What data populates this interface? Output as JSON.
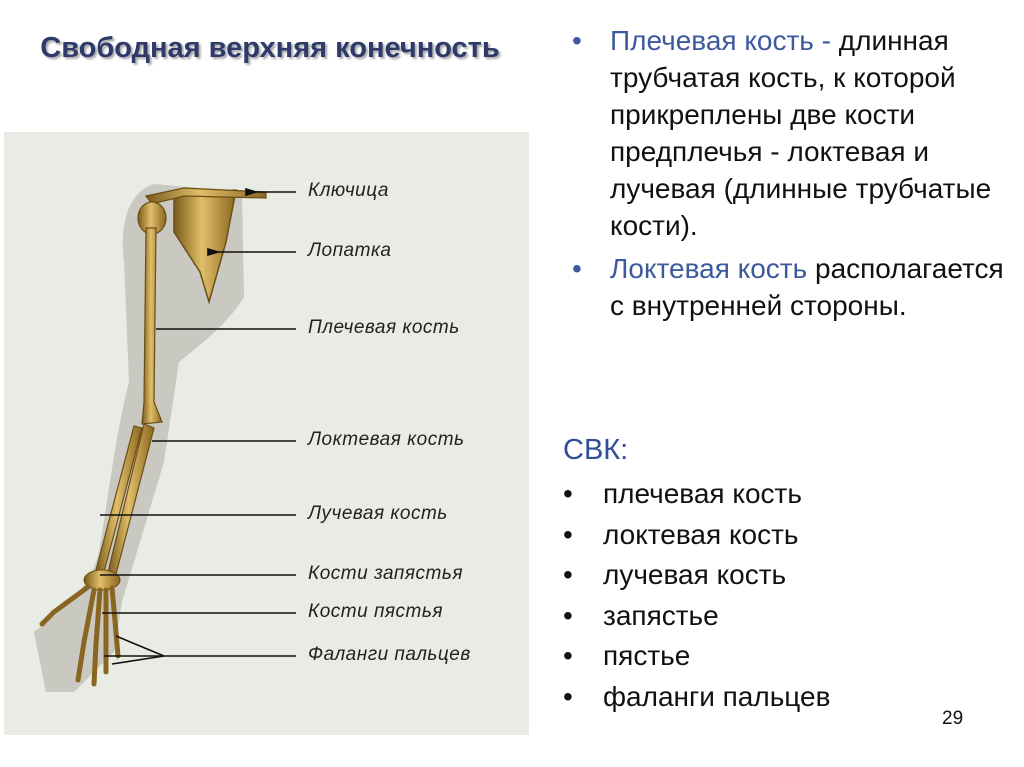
{
  "title": "Свободная верхняя конечность",
  "figure": {
    "labels": [
      "Ключица",
      "Лопатка",
      "Плечевая кость",
      "Локтевая кость",
      "Лучевая кость",
      "Кости запястья",
      "Кости пястья",
      "Фаланги пальцев"
    ]
  },
  "bullets": [
    {
      "symbol": "•",
      "term": "Плечевая кость -",
      "text": "длинная трубчатая кость, к которой прикреплены две кости предплечья - локтевая и лучевая (длинные трубчатые кости)."
    },
    {
      "symbol": "•",
      "term": "Локтевая кость",
      "text": "располагается с внутренней стороны."
    }
  ],
  "svk": {
    "heading": "СВК:",
    "symbol": "•",
    "items": [
      "плечевая кость",
      "локтевая кость",
      "лучевая кость",
      "запястье",
      "пястье",
      "фаланги пальцев"
    ]
  },
  "page_number": "29",
  "colors": {
    "title": "#2d3a6a",
    "accent": "#3d5a9e",
    "bone": "#c9a24a",
    "figure_bg": "#e9ece4"
  }
}
